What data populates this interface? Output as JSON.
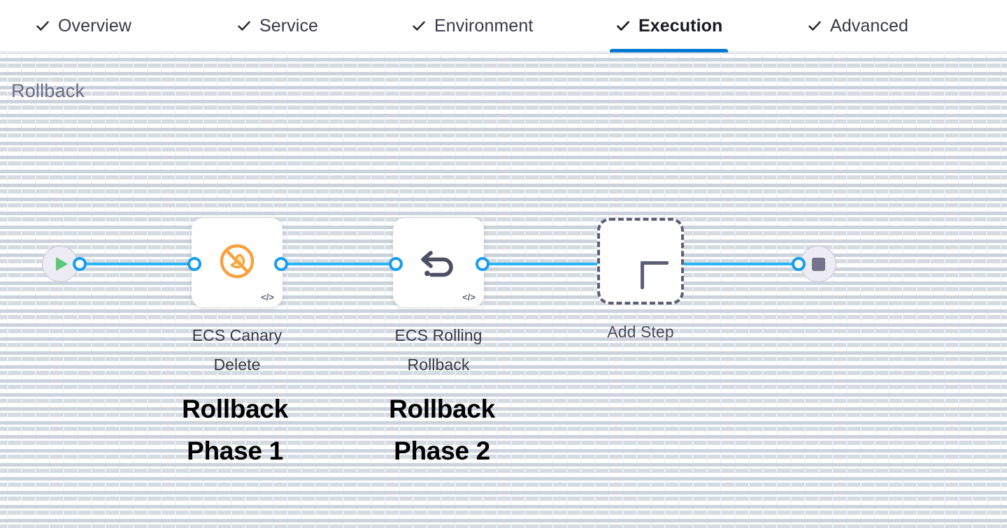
{
  "tabs": [
    {
      "id": "overview",
      "label": "Overview",
      "icon": "check-icon",
      "active": false
    },
    {
      "id": "service",
      "label": "Service",
      "icon": "check-icon",
      "active": false
    },
    {
      "id": "environment",
      "label": "Environment",
      "icon": "check-icon",
      "active": false
    },
    {
      "id": "execution",
      "label": "Execution",
      "icon": "check-icon",
      "active": true
    },
    {
      "id": "advanced",
      "label": "Advanced",
      "icon": "check-icon",
      "active": false
    }
  ],
  "section": {
    "title": "Rollback"
  },
  "flow": {
    "start_node": {
      "name": "start",
      "icon": "play-icon"
    },
    "end_node": {
      "name": "end",
      "icon": "stop-icon"
    },
    "steps": [
      {
        "id": "ecs-canary-delete",
        "label": "ECS Canary\nDelete",
        "label_line1": "ECS Canary",
        "label_line2": "Delete",
        "icon": "ecs-canary-delete-icon",
        "badge": "</>",
        "annotation": "Rollback\nPhase 1"
      },
      {
        "id": "ecs-rolling-rollback",
        "label": "ECS Rolling\nRollback",
        "label_line1": "ECS Rolling",
        "label_line2": "Rollback",
        "icon": "rollback-arrow-icon",
        "badge": "</>",
        "annotation": "Rollback\nPhase 2"
      }
    ],
    "add_step": {
      "label": "Add Step",
      "icon": "plus-icon"
    }
  },
  "colors": {
    "edge_blue": "#29b5f6",
    "port_blue": "#189ef0",
    "active_tab_underline": "#0278d5",
    "section_title": "#6b6d85",
    "node_label": "#383946",
    "terminal_fill": "#edebf4",
    "play_green": "#5bc87a",
    "stop_gray": "#75748a",
    "canary_orange": "#f9a03c",
    "rollback_arrow": "#4d4f63",
    "annotation_black": "#000000"
  }
}
